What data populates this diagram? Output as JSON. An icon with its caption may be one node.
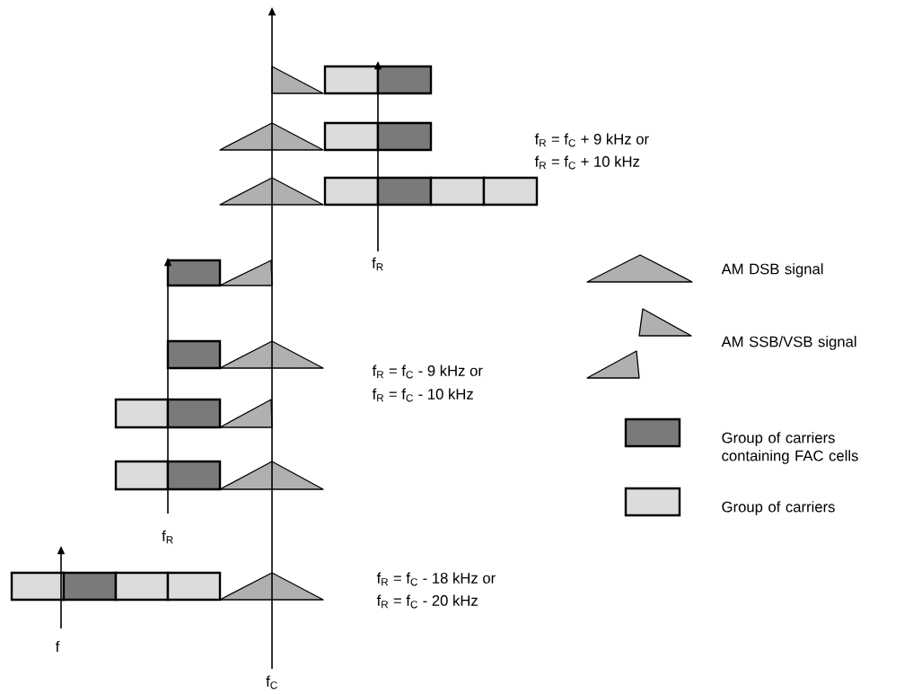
{
  "diagram": {
    "labels": [
      "f$_{R}$ = f$_{C}$ + 9 kHz or",
      "f$_{R}$ = f$_{C}$ + 10 kHz",
      "f$_{R}$",
      "f$_{R}$ = f$_{C}$ - 9 kHz or",
      "f$_{R}$ = f$_{C}$ - 10 kHz",
      "f$_{R}$",
      "f$_{R}$ = f$_{C}$ - 18 kHz or",
      "f$_{R}$ = f$_{C}$ - 20 kHz",
      "f",
      "f$_{C}$"
    ],
    "legend": [
      {
        "text": "AM DSB signal"
      },
      {
        "text": "AM SSB/VSB signal"
      },
      {
        "text": "Group of carriers containing FAC cells",
        "color": "#7a7a7a"
      },
      {
        "text": "Group of carriers",
        "color": "#dcdcdc"
      }
    ]
  }
}
